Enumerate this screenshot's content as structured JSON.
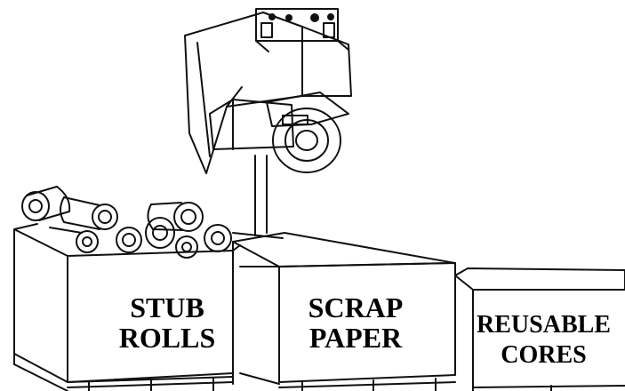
{
  "labels": {
    "stub_rolls": [
      "STUB",
      "ROLLS"
    ],
    "scrap_paper": [
      "SCRAP",
      "PAPER"
    ],
    "reusable_cores": [
      "REUSABLE",
      "CORES"
    ]
  }
}
